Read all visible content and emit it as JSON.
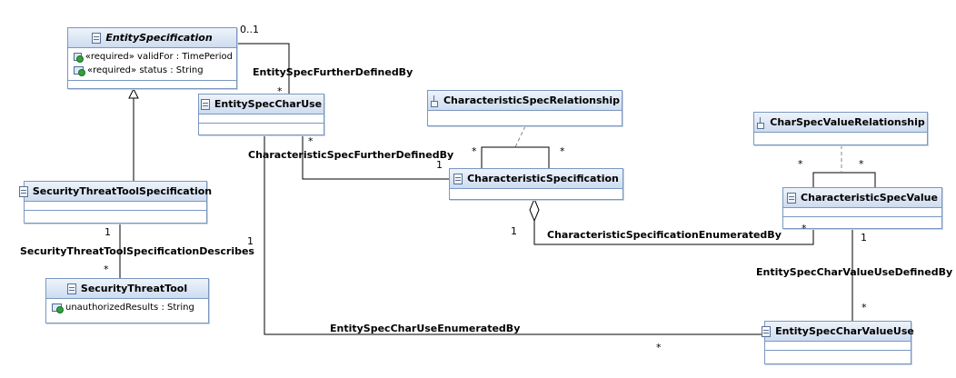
{
  "classes": {
    "entity_specification": {
      "name": "EntitySpecification",
      "attributes": [
        "«required» validFor : TimePeriod",
        "«required» status : String"
      ]
    },
    "entity_spec_char_use": {
      "name": "EntitySpecCharUse"
    },
    "characteristic_spec_relationship": {
      "name": "CharacteristicSpecRelationship"
    },
    "characteristic_specification": {
      "name": "CharacteristicSpecification"
    },
    "char_spec_value_relationship": {
      "name": "CharSpecValueRelationship"
    },
    "characteristic_spec_value": {
      "name": "CharacteristicSpecValue"
    },
    "security_threat_tool_specification": {
      "name": "SecurityThreatToolSpecification"
    },
    "security_threat_tool": {
      "name": "SecurityThreatTool",
      "attributes": [
        "unauthorizedResults : String"
      ]
    },
    "entity_spec_char_value_use": {
      "name": "EntitySpecCharValueUse"
    }
  },
  "associations": {
    "entity_spec_further_defined_by": "EntitySpecFurtherDefinedBy",
    "characteristic_spec_further_defined_by": "CharacteristicSpecFurtherDefinedBy",
    "characteristic_specification_enumerated_by": "CharacteristicSpecificationEnumeratedBy",
    "security_threat_tool_specification_describes": "SecurityThreatToolSpecificationDescribes",
    "entity_spec_char_value_use_defined_by": "EntitySpecCharValueUseDefinedBy",
    "entity_spec_char_use_enumerated_by": "EntitySpecCharUseEnumeratedBy"
  },
  "multiplicities": {
    "m1": "0..1",
    "m2": "*",
    "m3": "*",
    "m4": "1",
    "m5": "*",
    "m6": "*",
    "m7": "*",
    "m8": "*",
    "m9": "1",
    "m10": "*",
    "m11": "1",
    "m12": "*",
    "m13": "1",
    "m14": "*",
    "m15": "*",
    "m16": "1"
  },
  "colors": {
    "line": "#000000",
    "border": "#7a98c0",
    "header": "#cddcf0"
  }
}
